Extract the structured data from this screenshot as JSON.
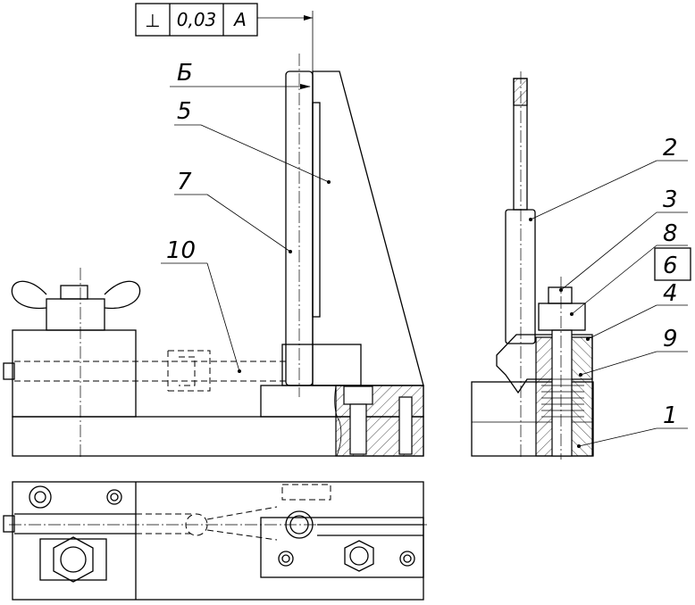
{
  "tolerance_frame": {
    "symbol": "⊥",
    "value": "0,03",
    "datum": "A"
  },
  "callouts": {
    "surface_b": "Б",
    "part_5": "5",
    "part_7": "7",
    "part_10": "10",
    "part_2": "2",
    "part_3": "3",
    "part_8": "8",
    "part_6": "6",
    "part_4": "4",
    "part_9": "9",
    "part_1": "1"
  }
}
